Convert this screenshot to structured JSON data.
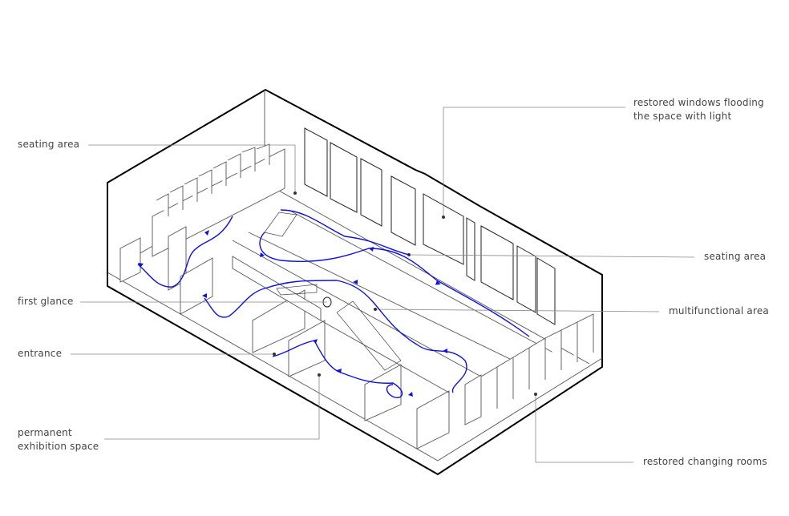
{
  "labels": {
    "seating_left": "seating area",
    "windows_line1": "restored windows flooding",
    "windows_line2": "the space with light",
    "seating_right": "seating area",
    "first_glance": "first glance",
    "multifunctional": "multifunctional area",
    "entrance": "entrance",
    "permanent_line1": "permanent",
    "permanent_line2": "exhibition space",
    "changing_rooms": "restored changing rooms"
  },
  "colors": {
    "outline": "#000000",
    "walls": "#555555",
    "leader": "#888888",
    "path": "#1010e0"
  }
}
